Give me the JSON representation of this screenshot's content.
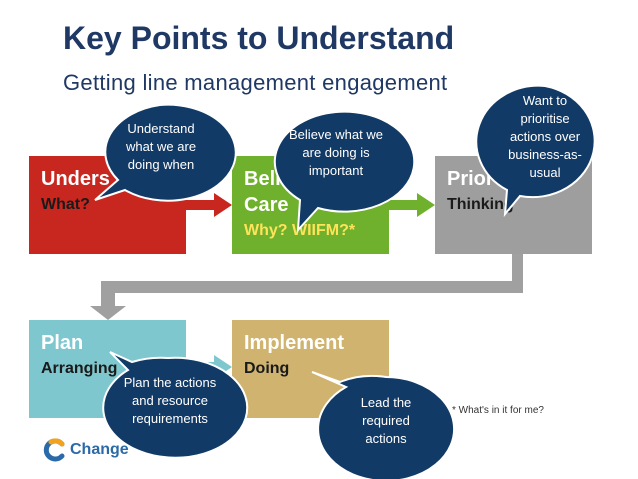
{
  "header": {
    "title": "Key Points to Understand",
    "subtitle": "Getting line management engagement"
  },
  "boxes": [
    {
      "id": "understand",
      "line1": "Unders",
      "line2": "What?",
      "color": "#c8271f"
    },
    {
      "id": "believe",
      "line1": "Beli",
      "line1b": "Care",
      "line2": "Why? WIIFM?*",
      "color": "#6fb02c"
    },
    {
      "id": "prioritise",
      "line1": "Prior",
      "line2": "Thinking",
      "color": "#9e9e9e"
    },
    {
      "id": "plan",
      "line1": "Plan",
      "line2": "Arranging",
      "color": "#7ec7cf"
    },
    {
      "id": "implement",
      "line1": "Implement",
      "line2": "Doing",
      "color": "#cfb36f"
    }
  ],
  "bubbles": {
    "understand": "Understand what we are doing when",
    "believe": "Believe what we are doing is important",
    "prioritise": "Want to prioritise actions over business-as-usual",
    "plan": "Plan the actions and resource requirements",
    "implement": "Lead the required actions"
  },
  "footnote": "* What's in it for me?",
  "logo": {
    "text": "Change",
    "icon": "change-logo-icon"
  },
  "colors": {
    "bubble": "#123a66",
    "arrow_red": "#c8271f",
    "arrow_green": "#6fb02c",
    "arrow_grey": "#a0a0a0",
    "title": "#1f3864"
  }
}
